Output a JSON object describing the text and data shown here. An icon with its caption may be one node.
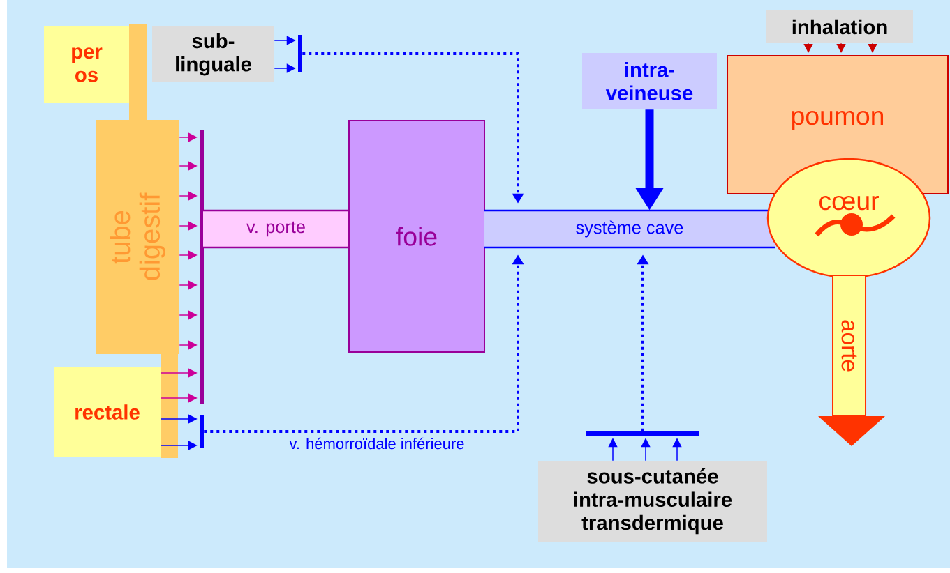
{
  "diagram": {
    "nodes": [
      {
        "text": [
          "per os"
        ]
      },
      {
        "text": [
          "sub-linguale"
        ]
      },
      {
        "text": [],
        "shape": "bar"
      },
      {
        "text": [
          "inhalation"
        ]
      },
      {
        "text": [
          "intra-veineuse"
        ]
      },
      {
        "text": [
          "poumon"
        ]
      },
      {
        "text": [
          "tube digestif"
        ]
      },
      {
        "text": [],
        "shape": "bar"
      },
      {
        "text": [
          "v. porte"
        ]
      },
      {
        "text": [
          "foie"
        ]
      },
      {
        "text": [
          "système cave"
        ]
      },
      {
        "text": [
          "cœur"
        ]
      },
      {
        "text": [
          "aorte"
        ]
      },
      {
        "text": [
          "rectale"
        ]
      },
      {
        "text": [],
        "shape": "bar"
      },
      {
        "text": [],
        "shape": "bar"
      },
      {
        "text": [
          "sous-cutanée",
          "intra-musculaire",
          "transdermique"
        ]
      }
    ],
    "edges": [
      {
        "from": 2,
        "to": 10,
        "arrow": "to",
        "style": "dashed"
      },
      {
        "from": 4,
        "to": 10,
        "arrow": "to",
        "style": "thick"
      },
      {
        "from": 14,
        "to": 10,
        "arrow": "to",
        "style": "dashed",
        "label": "v. hémorroïdale inférieure"
      },
      {
        "from": 15,
        "to": 10,
        "arrow": "to",
        "style": "dashed"
      },
      {
        "from": 1,
        "to": 2,
        "arrow": "to"
      },
      {
        "from": 1,
        "to": 2,
        "arrow": "to"
      },
      {
        "from": 3,
        "to": 5,
        "arrow": "to",
        "color": "#cc0000"
      },
      {
        "from": 3,
        "to": 5,
        "arrow": "to",
        "color": "#cc0000"
      },
      {
        "from": 3,
        "to": 5,
        "arrow": "to",
        "color": "#cc0000"
      },
      {
        "from": 6,
        "to": 7,
        "arrow": "to",
        "color": "#cc0099"
      },
      {
        "from": 6,
        "to": 7,
        "arrow": "to",
        "color": "#cc0099"
      },
      {
        "from": 6,
        "to": 7,
        "arrow": "to",
        "color": "#cc0099"
      },
      {
        "from": 6,
        "to": 7,
        "arrow": "to",
        "color": "#cc0099"
      },
      {
        "from": 6,
        "to": 7,
        "arrow": "to",
        "color": "#cc0099"
      },
      {
        "from": 6,
        "to": 7,
        "arrow": "to",
        "color": "#cc0099"
      },
      {
        "from": 6,
        "to": 7,
        "arrow": "to",
        "color": "#cc0099"
      },
      {
        "from": 6,
        "to": 7,
        "arrow": "to",
        "color": "#cc0099"
      },
      {
        "from": 13,
        "to": 7,
        "arrow": "to",
        "color": "#cc0099"
      },
      {
        "from": 13,
        "to": 7,
        "arrow": "to",
        "color": "#cc0099"
      },
      {
        "from": 13,
        "to": 14,
        "arrow": "to"
      },
      {
        "from": 13,
        "to": 14,
        "arrow": "to"
      },
      {
        "from": 16,
        "to": 15,
        "arrow": "to"
      },
      {
        "from": 16,
        "to": 15,
        "arrow": "to"
      },
      {
        "from": 16,
        "to": 15,
        "arrow": "to"
      }
    ]
  }
}
